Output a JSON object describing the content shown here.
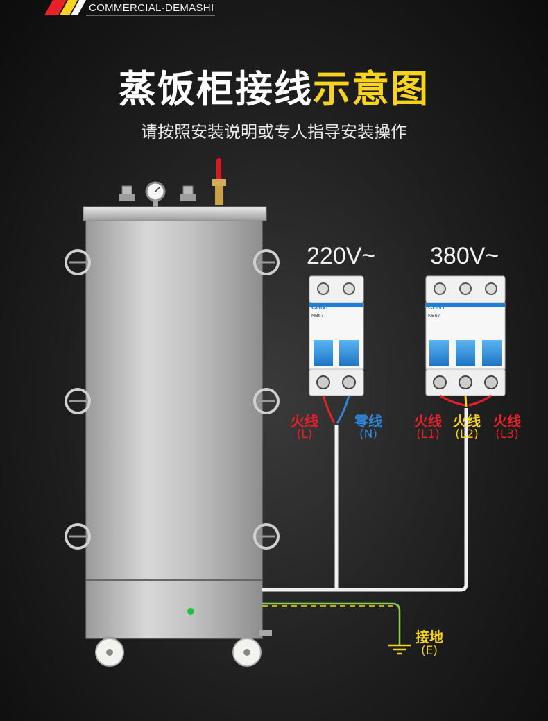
{
  "brand": {
    "text": "COMMERCIAL·DEMASHI"
  },
  "title": {
    "main": "蒸饭柜接线",
    "highlight": "示意图"
  },
  "subtitle": "请按照安装说明或专人指导安装操作",
  "breakers": [
    {
      "voltage": "220V~",
      "brand": "CHNT",
      "model": "NB67",
      "poles": 2
    },
    {
      "voltage": "380V~",
      "brand": "CHNT",
      "model": "NB67",
      "poles": 3
    }
  ],
  "wires": {
    "single_phase": [
      {
        "label": "火线",
        "code": "(L)",
        "color": "#e8202a"
      },
      {
        "label": "零线",
        "code": "(N)",
        "color": "#2f86d8"
      }
    ],
    "three_phase": [
      {
        "label": "火线",
        "code": "(L1)",
        "color": "#e8202a"
      },
      {
        "label": "火线",
        "code": "(L2)",
        "color": "#f7d21e"
      },
      {
        "label": "火线",
        "code": "(L3)",
        "color": "#e8202a"
      }
    ],
    "ground": {
      "label": "接地",
      "code": "(E)",
      "color": "#f7d21e"
    }
  },
  "colors": {
    "accent": "#f7d21e",
    "live": "#e8202a",
    "neutral": "#2f86d8",
    "earth": "#8bd14a"
  }
}
